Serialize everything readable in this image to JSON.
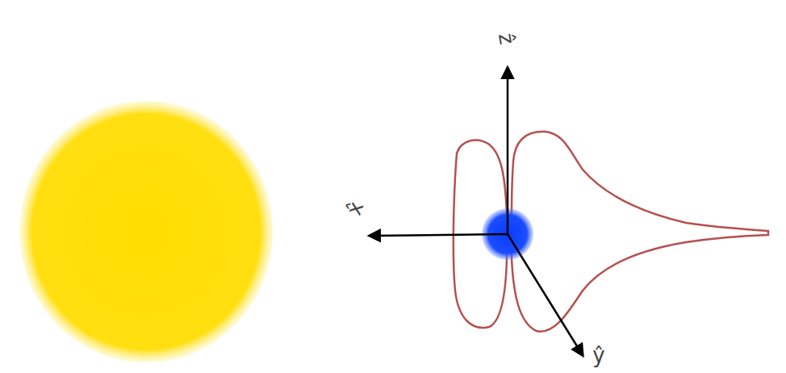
{
  "diagram": {
    "labels": [
      "ẑ",
      "x̂",
      "ŷ"
    ]
  }
}
